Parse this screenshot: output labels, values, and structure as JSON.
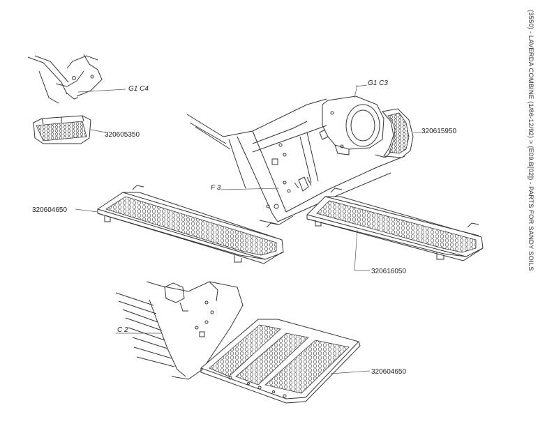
{
  "title": "(3550) - LAVERDA COMBINE (1/86-12/92) > (E09.B[02]) - PARTS FOR SANDY SOILS",
  "refs": {
    "g1c4": "G1 C4",
    "g1c3": "G1 C3",
    "f3": "F 3",
    "c2": "C 2"
  },
  "parts": {
    "p320605350": "320605350",
    "p320615950": "320615950",
    "p320604650": "320604650",
    "p320616050": "320616050",
    "p320604650b": "320604650"
  }
}
